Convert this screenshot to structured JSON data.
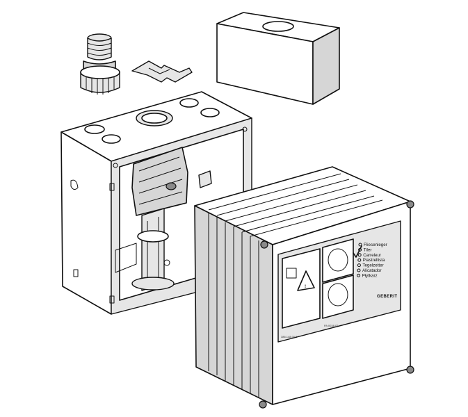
{
  "label": {
    "languages": [
      "Fliesenleger",
      "Tiler",
      "Carreleur",
      "Piastrellista",
      "Tegelzetter",
      "Alicatador",
      "Płytkarz"
    ],
    "brand": "GEBERIT",
    "code_left": "386.148.00.5",
    "code_right": "PA 0038.07"
  },
  "colors": {
    "background": "#ffffff",
    "line": "#111111",
    "fill_gray": "#d6d6d6"
  },
  "icons": [
    "warning-triangle-icon",
    "checkmark-icon"
  ]
}
